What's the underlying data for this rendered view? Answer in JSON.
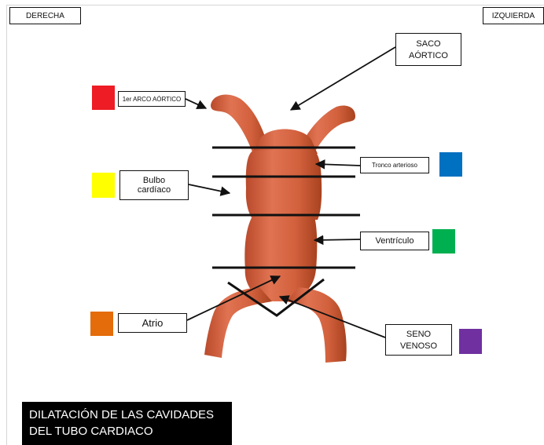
{
  "corners": {
    "left": "DERECHA",
    "right": "IZQUIERDA"
  },
  "labels": {
    "saco_line1": "SACO",
    "saco_line2": "AÓRTICO",
    "arco": "1er ARCO AÓRTICO",
    "bulbo_line1": "Bulbo",
    "bulbo_line2": "cardíaco",
    "tronco": "Tronco arterioso",
    "ventriculo": "Ventrículo",
    "atrio": "Atrio",
    "seno_line1": "SENO",
    "seno_line2": "VENOSO"
  },
  "swatch_colors": {
    "arco": "#ee1c25",
    "bulbo": "#ffff00",
    "tronco": "#0070c0",
    "ventriculo": "#00b050",
    "atrio": "#e46c0a",
    "seno": "#7030a0"
  },
  "model_color": "#d8623e",
  "caption": {
    "line1": "DILATACIÓN DE LAS CAVIDADES",
    "line2": "DEL TUBO CARDIACO"
  }
}
